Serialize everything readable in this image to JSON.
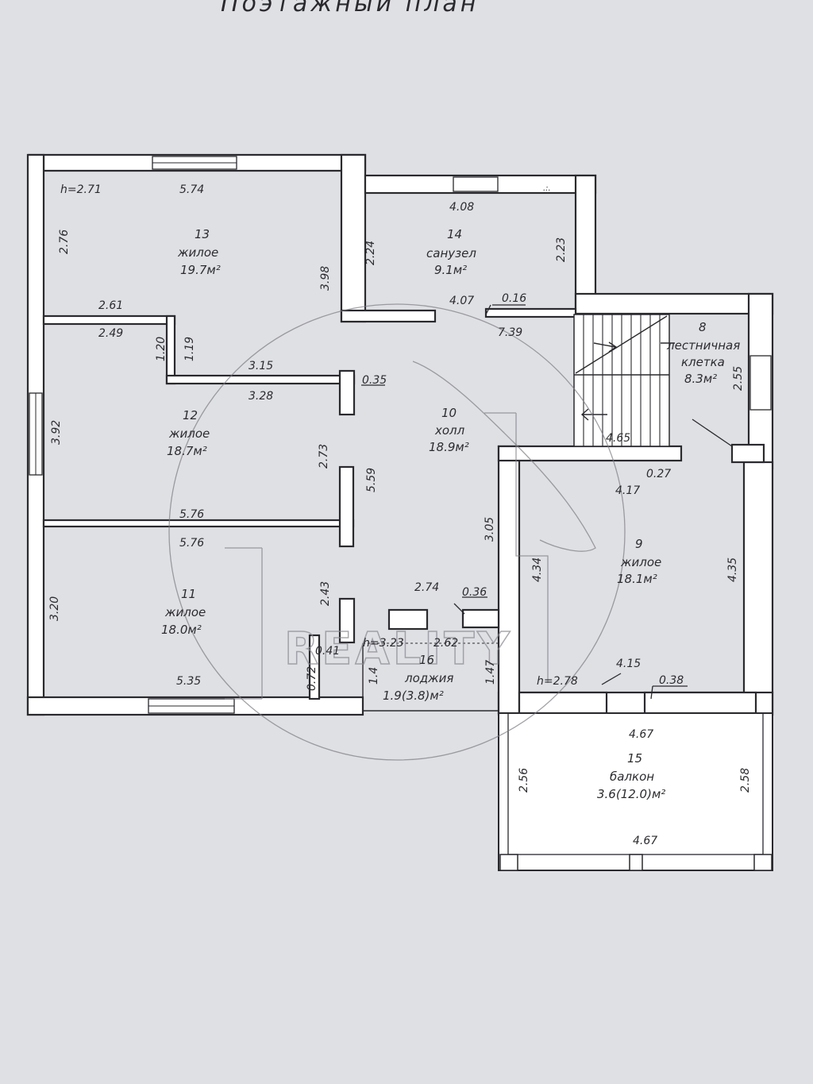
{
  "title": "Поэтажный план",
  "rooms": [
    {
      "num": "13",
      "type": "жилое",
      "area": "19.7м²"
    },
    {
      "num": "14",
      "type": "санузел",
      "area": "9.1м²"
    },
    {
      "num": "8",
      "type": "лестничная клетка",
      "type_line1": "лестничная",
      "type_line2": "клетка",
      "area": "8.3м²"
    },
    {
      "num": "12",
      "type": "жилое",
      "area": "18.7м²"
    },
    {
      "num": "10",
      "type": "холл",
      "area": "18.9м²"
    },
    {
      "num": "9",
      "type": "жилое",
      "area": "18.1м²"
    },
    {
      "num": "11",
      "type": "жилое",
      "area": "18.0м²"
    },
    {
      "num": "16",
      "type": "лоджия",
      "area": "1.9(3.8)м²"
    },
    {
      "num": "15",
      "type": "балкон",
      "area": "3.6(12.0)м²"
    }
  ],
  "heights": [
    "h=2.71",
    "h=3.23",
    "h=2.78"
  ],
  "dimensions": [
    "5.74",
    "2.76",
    "3.98",
    "4.08",
    "2.24",
    "2.23",
    "4.07",
    "0.16",
    "7.39",
    "2.61",
    "2.49",
    "1.20",
    "1.19",
    "3.15",
    "3.28",
    "0.35",
    "2.55",
    "3.92",
    "2.73",
    "5.59",
    "4.65",
    "0.27",
    "4.17",
    "5.76",
    "5.76",
    "3.05",
    "4.34",
    "4.35",
    "2.74",
    "0.36",
    "2.43",
    "3.20",
    "2.62",
    "0.41",
    "1.4",
    "1.47",
    "0.72",
    "5.35",
    "4.15",
    "0.38",
    "4.67",
    "2.56",
    "2.58",
    "4.67"
  ],
  "watermark": "REALITY"
}
